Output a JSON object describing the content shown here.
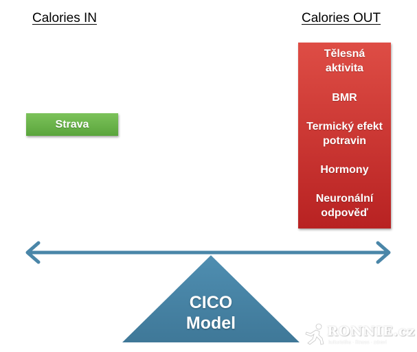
{
  "headings": {
    "calories_in": "Calories IN",
    "calories_out": "Calories OUT"
  },
  "calories_in_items": [
    "Strava"
  ],
  "calories_out_items": [
    "Tělesná\naktivita",
    "BMR",
    "Termický efekt\npotravin",
    "Hormony",
    "Neuronální\nodpověď"
  ],
  "fulcrum_label": "CICO\nModel",
  "watermark": {
    "brand": "RONNIE.cz",
    "tagline": "kulturistika · fitness · zdraví"
  },
  "colors": {
    "in_box": "#6bb54b",
    "out_box": "#cc3530",
    "beam": "#4a86a8",
    "fulcrum": "#4a86a8"
  },
  "icons": {
    "beam_ends": "double-arrow",
    "watermark_logo": "runner-icon"
  }
}
